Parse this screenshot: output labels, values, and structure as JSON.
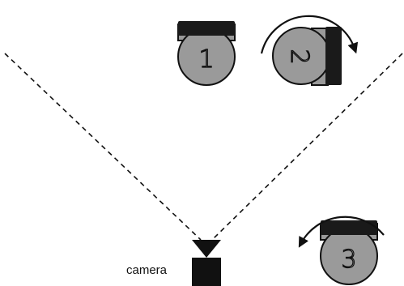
{
  "camera_label": "camera",
  "robots": [
    {
      "id": "robot-1",
      "number": "1"
    },
    {
      "id": "robot-2",
      "number": "2"
    },
    {
      "id": "robot-3",
      "number": "3"
    }
  ],
  "colors": {
    "background": "#ffffff",
    "ink": "#111111",
    "robot_body": "#9a9a9a",
    "robot_bar": "#1a1a1a"
  }
}
